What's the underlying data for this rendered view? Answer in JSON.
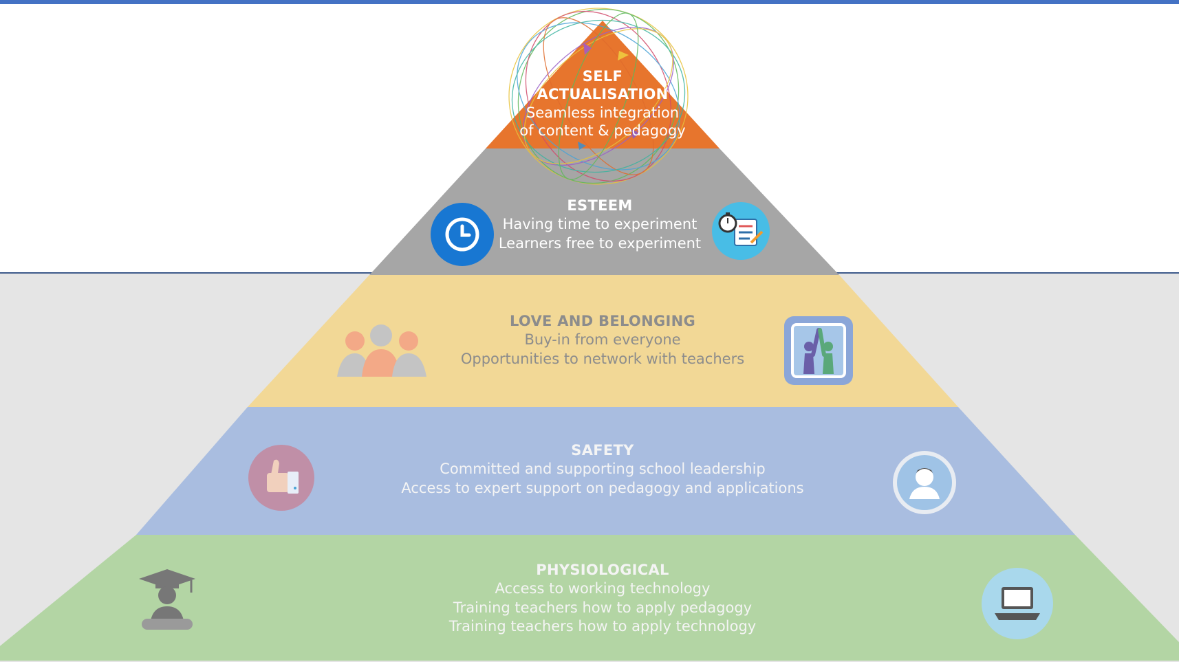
{
  "pyramid": {
    "self_actualisation": {
      "title_line1": "SELF",
      "title_line2": "ACTUALISATION",
      "lines": [
        "Seamless integration",
        "of content & pedagogy"
      ],
      "color": "#e7752d"
    },
    "esteem": {
      "title": "ESTEEM",
      "lines": [
        "Having time to experiment",
        "Learners free to experiment"
      ],
      "color": "#a6a6a6"
    },
    "love_and_belonging": {
      "title": "LOVE AND BELONGING",
      "lines": [
        "Buy-in from everyone",
        "Opportunities  to network with teachers"
      ],
      "color": "#f2d896"
    },
    "safety": {
      "title": "SAFETY",
      "lines": [
        "Committed and supporting  school  leadership",
        "Access to expert support  on pedagogy and applications"
      ],
      "color": "#a9bde0"
    },
    "physiological": {
      "title": "PHYSIOLOGICAL",
      "lines": [
        "Access to working technology",
        "Training teachers how to apply pedagogy",
        "Training teachers how to apply technology"
      ],
      "color": "#b3d5a4"
    }
  },
  "icons": {
    "esteem_left": "clock-icon",
    "esteem_right": "stopwatch-checklist-icon",
    "love_left": "people-group-icon",
    "love_right": "high-five-icon",
    "safety_left": "thumbs-up-icon",
    "safety_right": "user-avatar-icon",
    "physio_left": "graduate-icon",
    "physio_right": "laptop-icon"
  },
  "colors": {
    "accent_blue": "#4472c4",
    "esteem_text": "#ffffff",
    "lower_text": "#8c8c8c"
  }
}
